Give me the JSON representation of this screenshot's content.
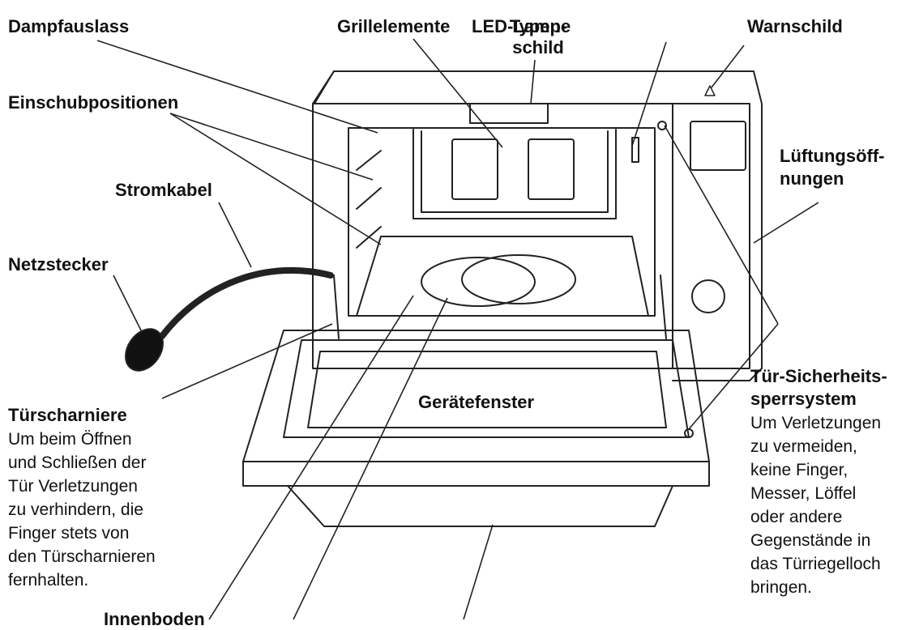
{
  "labels": {
    "dampfauslass": "Dampfauslass",
    "grillelemente": "Grillelemente",
    "led_lampe": "LED-Lampe",
    "typenschild_line1": "Typen-",
    "typenschild_line2": "schild",
    "warnschild": "Warnschild",
    "einschubpositionen": "Einschubpositionen",
    "lueftung_line1": "Lüftungsöff-",
    "lueftung_line2": "nungen",
    "stromkabel": "Stromkabel",
    "netzstecker": "Netzstecker",
    "geraetefenster": "Gerätefenster",
    "tuerscharniere": "Türscharniere",
    "tuer_sicherheit_line1": "Tür-Sicherheits-",
    "tuer_sicherheit_line2": "sperrsystem"
  },
  "descriptions": {
    "tuerscharniere": [
      "Um beim Öffnen",
      "und Schließen der",
      "Tür Verletzungen",
      "zu verhindern, die",
      "Finger stets von",
      "den Türscharnieren",
      "fernhalten."
    ],
    "tuer_sicherheit": [
      "Um Verletzungen",
      "zu vermeiden,",
      "keine Finger,",
      "Messer, Löffel",
      "oder andere",
      "Gegenstände in",
      "das Türriegelloch",
      "bringen."
    ]
  },
  "bottom_partial": {
    "left": "Innenboden"
  }
}
